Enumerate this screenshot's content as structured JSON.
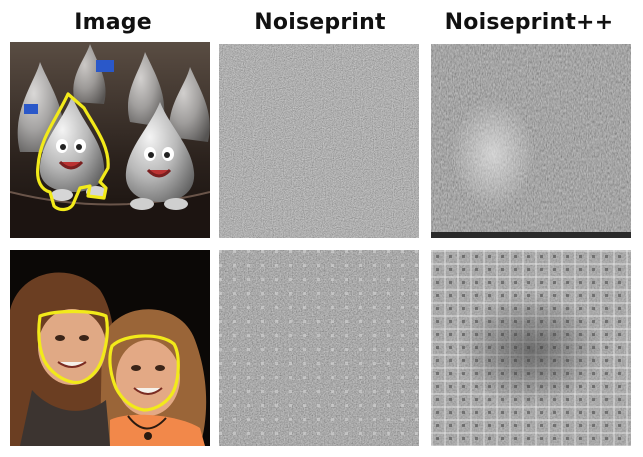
{
  "headers": {
    "image": "Image",
    "noiseprint": "Noiseprint",
    "noiseprint_pp": "Noiseprint++"
  },
  "rows": [
    {
      "subject": "two silver teardrop mascot figures",
      "outline_color": "#f2ea1a"
    },
    {
      "subject": "two smiling girls",
      "outline_color": "#f2ea1a"
    }
  ],
  "colors": {
    "background": "#ffffff",
    "noise_mid": "#8a8a8a",
    "highlight": "#f2ea1a"
  }
}
